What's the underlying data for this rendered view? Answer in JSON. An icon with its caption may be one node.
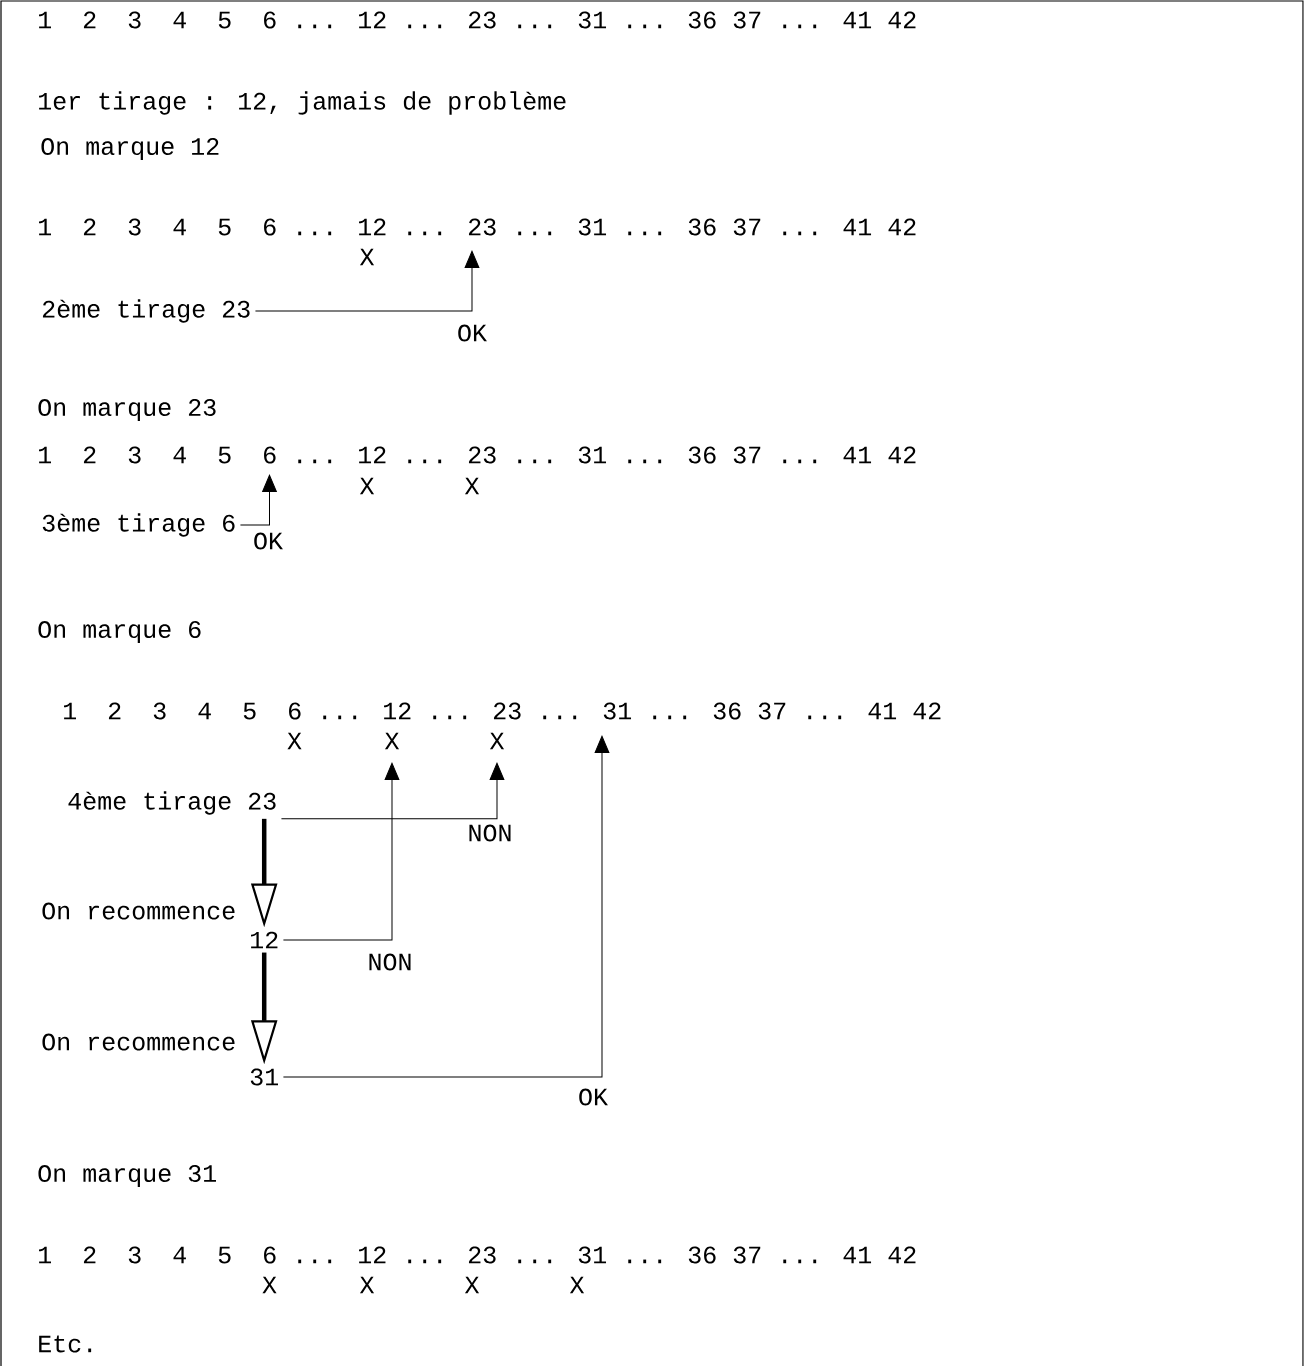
{
  "diagram": {
    "nodes": [
      {
        "text": [
          "2ème tirage 23"
        ]
      },
      {
        "text": [
          "3ème tirage 6"
        ]
      },
      {
        "text": [
          "4ème tirage 23"
        ]
      },
      {
        "text": [
          "12"
        ]
      },
      {
        "text": [
          "31"
        ]
      }
    ],
    "edges": [
      {
        "from": 0,
        "to": null,
        "arrow": "to",
        "label": "OK"
      },
      {
        "from": 1,
        "to": null,
        "arrow": "to",
        "label": "OK"
      },
      {
        "from": 2,
        "to": null,
        "arrow": "to",
        "label": "NON"
      },
      {
        "from": 2,
        "to": 3,
        "arrow": "to",
        "label": "On recommence",
        "style": "thick"
      },
      {
        "from": 3,
        "to": null,
        "arrow": "to",
        "label": "NON"
      },
      {
        "from": 3,
        "to": 4,
        "arrow": "to",
        "label": "On recommence",
        "style": "thick"
      },
      {
        "from": 4,
        "to": null,
        "arrow": "to",
        "label": "OK"
      }
    ],
    "labels": [
      "1  2  3  4  5  6 ... 12 ... 23 ... 31 ... 36 37 ... 41 42",
      "1er tirage : 12, jamais de problème",
      "On marque 12",
      "1  2  3  4  5  6 ... 12 ... 23 ... 31 ... 36 37 ... 41 42",
      "X",
      "On marque 23",
      "1  2  3  4  5  6 ... 12 ... 23 ... 31 ... 36 37 ... 41 42",
      "X",
      "X",
      "On marque 6",
      "1  2  3  4  5  6 ... 12 ... 23 ... 31 ... 36 37 ... 41 42",
      "X",
      "X",
      "X",
      "On marque 31",
      "1  2  3  4  5  6 ... 12 ... 23 ... 31 ... 36 37 ... 41 42",
      "X",
      "X",
      "X",
      "X",
      "Etc."
    ]
  }
}
